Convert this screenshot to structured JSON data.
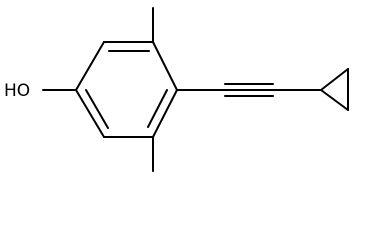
{
  "molecule": {
    "atom_labels": {
      "hydroxyl": "HO"
    },
    "structure": {
      "groups": [
        "hydroxyl",
        "methyl",
        "methyl",
        "cyclopropylethynyl"
      ]
    }
  }
}
